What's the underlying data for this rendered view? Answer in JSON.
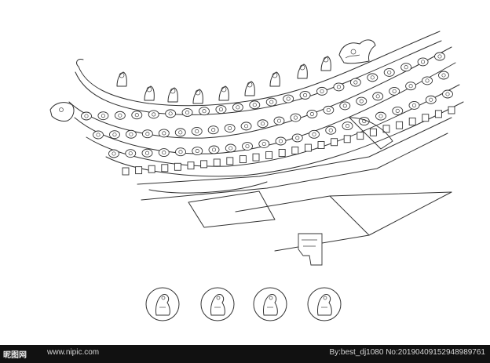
{
  "figure": {
    "subject": "line drawing of a traditional Chinese roof eave corner with ridge beast figures",
    "medallion_count": 4,
    "beast_count": 9,
    "colors": {
      "line": "#333333",
      "background": "#ffffff",
      "watermark_bar": "#111111",
      "watermark_text": "#d6d6d6"
    }
  },
  "watermark": {
    "logo_text": "昵图网",
    "url_text": "www.nipic.com",
    "credit_text": "By:best_dj1080 No:20190409152948989761"
  }
}
